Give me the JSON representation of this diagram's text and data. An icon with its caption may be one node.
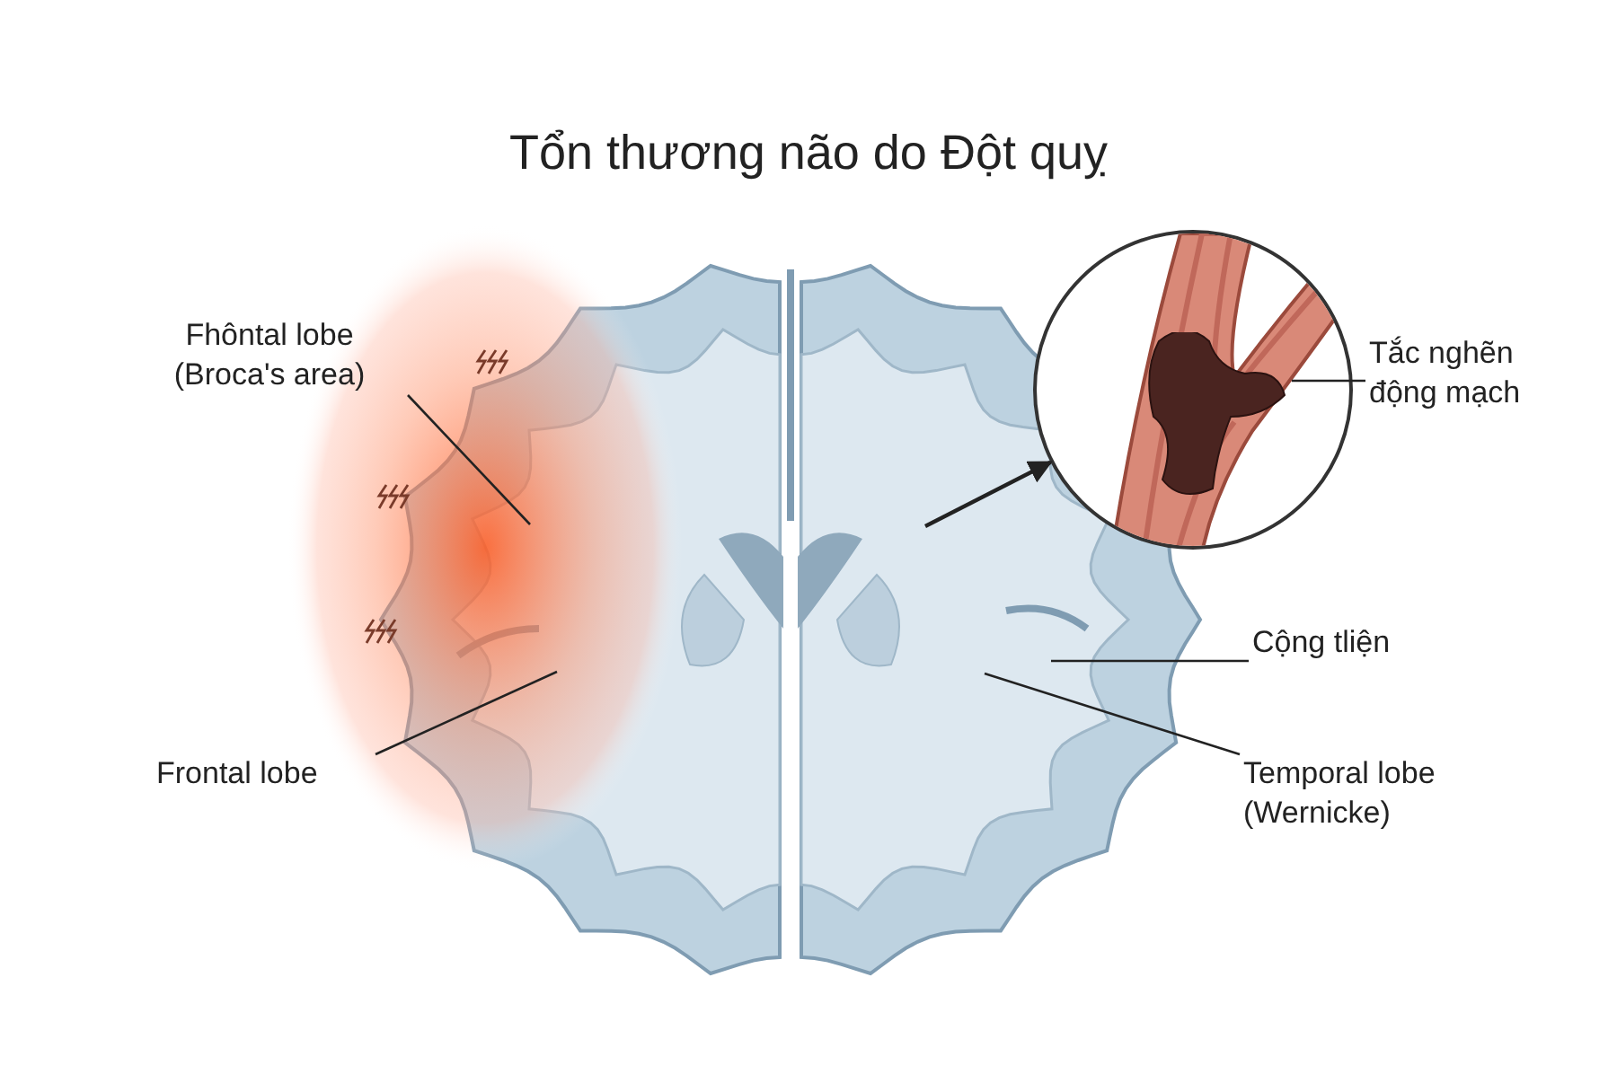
{
  "diagram": {
    "title": "Tổn thương não do Đột quỵ",
    "nodes": [
      {
        "text": [
          "Fhôntal lobe (Broca's area)"
        ]
      },
      {
        "text": [
          "Frontal lobe"
        ]
      },
      {
        "text": [
          "Tắc nghẽn động mạch"
        ]
      },
      {
        "text": [
          "Cộng tliện"
        ]
      },
      {
        "text": [
          "Temporal lobe (Wernicke)"
        ]
      },
      {
        "text": [],
        "shape": "circle"
      },
      {
        "text": [],
        "shape": "picture",
        "in": 5
      }
    ],
    "edges": [
      {
        "from": 0,
        "to": null,
        "arrow": "none"
      },
      {
        "from": 1,
        "to": null,
        "arrow": "none"
      },
      {
        "from": 2,
        "to": 6,
        "arrow": "none"
      },
      {
        "from": 3,
        "to": null,
        "arrow": "none"
      },
      {
        "from": 4,
        "to": null,
        "arrow": "none"
      },
      {
        "from": null,
        "to": 5,
        "arrow": "to"
      }
    ]
  }
}
